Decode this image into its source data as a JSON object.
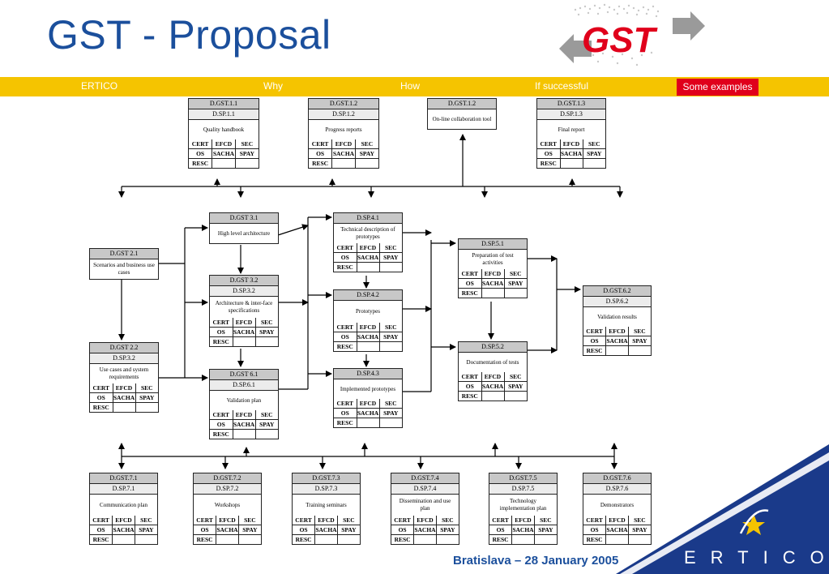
{
  "title": "GST - Proposal",
  "nav": {
    "items": [
      "ERTICO",
      "Why",
      "How",
      "If successful"
    ],
    "active": "Some examples"
  },
  "logo_text": "GST",
  "grid_labels": [
    "CERT",
    "EFCD",
    "SEC",
    "OS",
    "SACHA",
    "SPAY",
    "RESC"
  ],
  "boxes": {
    "b11": {
      "h1": "D.GST.1.1",
      "h2": "D.SP.1.1",
      "desc": "Quality handbook"
    },
    "b12": {
      "h1": "D.GST.1.2",
      "h2": "D.SP.1.2",
      "desc": "Progress reports"
    },
    "b12b": {
      "h1": "D.GST.1.2",
      "desc": "On-line collaboration tool"
    },
    "b13": {
      "h1": "D.GST.1.3",
      "h2": "D.SP.1.3",
      "desc": "Final report"
    },
    "b21": {
      "h1": "D.GST 2.1",
      "desc": "Scenarios and business use cases"
    },
    "b22": {
      "h1": "D.GST 2.2",
      "h2": "D.SP.3.2",
      "desc": "Use cases and system requirements"
    },
    "b31": {
      "h1": "D.GST 3.1",
      "desc": "High level architecture"
    },
    "b32": {
      "h1": "D.GST 3.2",
      "h2": "D.SP.3.2",
      "desc": "Architecture & inter-face specifications"
    },
    "b61": {
      "h1": "D.GST 6.1",
      "h2": "D.SP.6.1",
      "desc": "Validation plan"
    },
    "b41": {
      "h1": "D.SP.4.1",
      "desc": "Technical description of prototypes"
    },
    "b42": {
      "h1": "D.SP.4.2",
      "desc": "Prototypes"
    },
    "b43": {
      "h1": "D.SP.4.3",
      "desc": "Implemented prototypes"
    },
    "b51": {
      "h1": "D.SP.5.1",
      "desc": "Preparation of test activities"
    },
    "b52": {
      "h1": "D.SP.5.2",
      "desc": "Documentation of tests"
    },
    "b62": {
      "h1": "D.GST.6.2",
      "h2": "D.SP.6.2",
      "desc": "Validation results"
    },
    "b71": {
      "h1": "D.GST.7.1",
      "h2": "D.SP.7.1",
      "desc": "Communication plan"
    },
    "b72": {
      "h1": "D.GST.7.2",
      "h2": "D.SP.7.2",
      "desc": "Workshops"
    },
    "b73": {
      "h1": "D.GST.7.3",
      "h2": "D.SP.7.3",
      "desc": "Training seminars"
    },
    "b74": {
      "h1": "D.GST.7.4",
      "h2": "D.SP.7.4",
      "desc": "Dissemination and use plan"
    },
    "b75": {
      "h1": "D.GST.7.5",
      "h2": "D.SP.7.5",
      "desc": "Technology implementation plan"
    },
    "b76": {
      "h1": "D.GST.7.6",
      "h2": "D.SP.7.6",
      "desc": "Demonstrators"
    }
  },
  "footer": "Bratislava – 28 January  2005",
  "brand": "ERTICO",
  "colors": {
    "title": "#1b4f9c",
    "navbar": "#f5c400",
    "active": "#e0001b",
    "brand_blue": "#1a3a8a",
    "logo_red": "#e0001b"
  }
}
